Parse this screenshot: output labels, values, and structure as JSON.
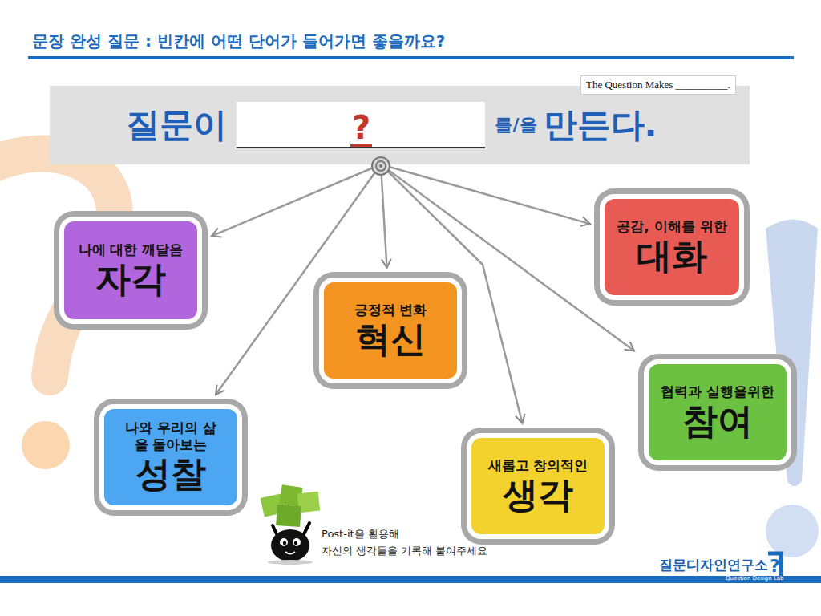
{
  "diagram": {
    "title": "문장 완성 질문 : 빈칸에 어떤 단어가 들어가면 좋을까요?",
    "nodes": [
      {
        "text": [
          "질문이",
          "?",
          "를/을",
          "만든다."
        ]
      },
      {
        "text": [
          "The Question Makes __________."
        ],
        "in": 0
      },
      {
        "text": [
          "나에 대한 깨달음",
          "자각"
        ]
      },
      {
        "text": [
          "긍정적 변화",
          "혁신"
        ]
      },
      {
        "text": [
          "공감, 이해를 위한",
          "대화"
        ]
      },
      {
        "text": [
          "나와 우리의 삶을 돌아보는",
          "성찰"
        ]
      },
      {
        "text": [
          "새롭고 창의적인",
          "생각"
        ]
      },
      {
        "text": [
          "협력과 실행을위한",
          "참여"
        ]
      }
    ],
    "edges": [
      {
        "from": 0,
        "to": 2,
        "arrow": "to"
      },
      {
        "from": 0,
        "to": 3,
        "arrow": "to"
      },
      {
        "from": 0,
        "to": 4,
        "arrow": "to"
      },
      {
        "from": 0,
        "to": 5,
        "arrow": "to"
      },
      {
        "from": 0,
        "to": 6,
        "arrow": "to"
      },
      {
        "from": 0,
        "to": 7,
        "arrow": "to"
      }
    ],
    "labels": [
      "Post-it을 활용해",
      "자신의 생각들을 기록해 붙여주세요",
      "질문디자인연구소",
      "?",
      "Question Design Lab"
    ]
  }
}
